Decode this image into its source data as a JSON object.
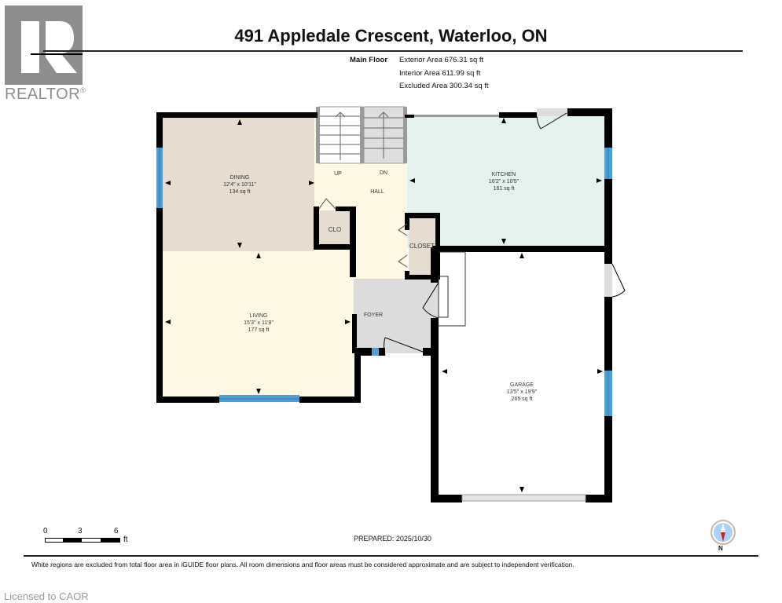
{
  "logo": {
    "text": "REALTOR",
    "registered": "®",
    "color": "#8e8e8e"
  },
  "header": {
    "title": "491 Appledale Crescent, Waterloo, ON"
  },
  "floor_summary": {
    "floor_name": "Main Floor",
    "exterior_area": "Exterior Area 676.31 sq ft",
    "interior_area": "Interior Area 611.99 sq ft",
    "excluded_area": "Excluded Area 300.34 sq ft"
  },
  "rooms": {
    "dining": {
      "name": "DINING",
      "dims": "12'4\" x 10'11\"",
      "area": "134 sq ft",
      "color": "#e6ddd0"
    },
    "kitchen": {
      "name": "KITCHEN",
      "dims": "16'2\" x 10'5\"",
      "area": "161 sq ft",
      "color": "#e3f2eb"
    },
    "living": {
      "name": "LIVING",
      "dims": "15'3\" x 11'8\"",
      "area": "177 sq ft",
      "color": "#fdf7e3"
    },
    "garage": {
      "name": "GARAGE",
      "dims": "13'5\" x 19'9\"",
      "area": "265 sq ft",
      "color": "#ffffff"
    },
    "hall": {
      "name": "HALL",
      "color": "#fdf7e3"
    },
    "foyer": {
      "name": "FOYER",
      "color": "#dcdcdc"
    },
    "clo": {
      "name": "CLO",
      "color": "#e6ddd0"
    },
    "closet": {
      "name": "CLOSET",
      "color": "#e6ddd0"
    },
    "stairs_up": {
      "name": "UP"
    },
    "stairs_down": {
      "name": "DN"
    }
  },
  "colors": {
    "wall": "#000000",
    "window": "#4a9fd8",
    "stair_rail": "#9a9a9a"
  },
  "scale_bar": {
    "ticks": [
      "0",
      "3",
      "6"
    ],
    "unit": "ft"
  },
  "prepared": "PREPARED: 2025/10/30",
  "compass": {
    "label": "N"
  },
  "disclaimer": "White regions are excluded from total floor area in iGUIDE floor plans. All room dimensions and floor areas must be considered approximate and are subject to independent verification.",
  "watermark": "Licensed to CAOR"
}
